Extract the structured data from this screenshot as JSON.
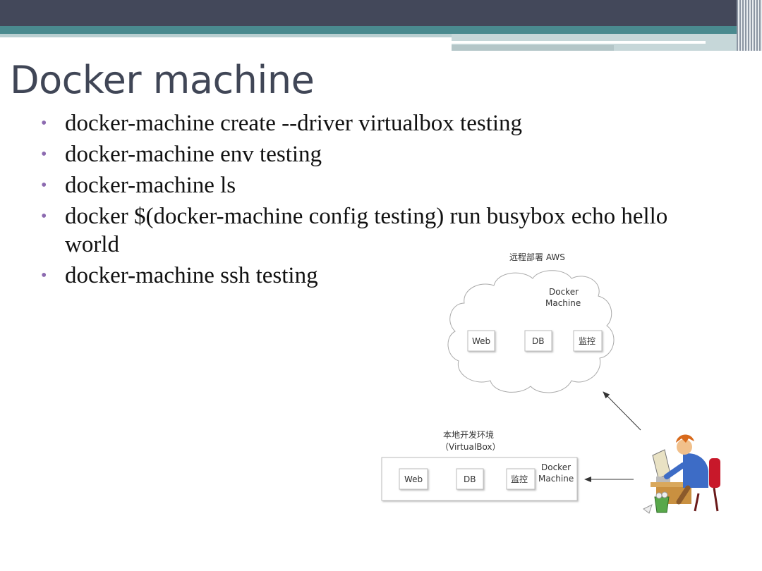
{
  "slide": {
    "title": "Docker machine",
    "bullets": [
      "docker-machine create --driver virtualbox testing",
      "docker-machine env testing",
      "docker-machine ls",
      "docker $(docker-machine config testing) run busybox echo hello world",
      "docker-machine ssh testing"
    ]
  },
  "diagram": {
    "cloud_label": "远程部署 AWS",
    "cloud_machine_line1": "Docker",
    "cloud_machine_line2": "Machine",
    "cloud_boxes": [
      "Web",
      "DB",
      "监控"
    ],
    "local_label_line1": "本地开发环境",
    "local_label_line2": "（VirtualBox）",
    "local_boxes": [
      "Web",
      "DB",
      "监控"
    ],
    "local_machine_line1": "Docker",
    "local_machine_line2": "Machine"
  },
  "colors": {
    "header_dark": "#43485a",
    "header_teal": "#4a8a8f",
    "bullet": "#8c6ab0",
    "title": "#404656"
  }
}
